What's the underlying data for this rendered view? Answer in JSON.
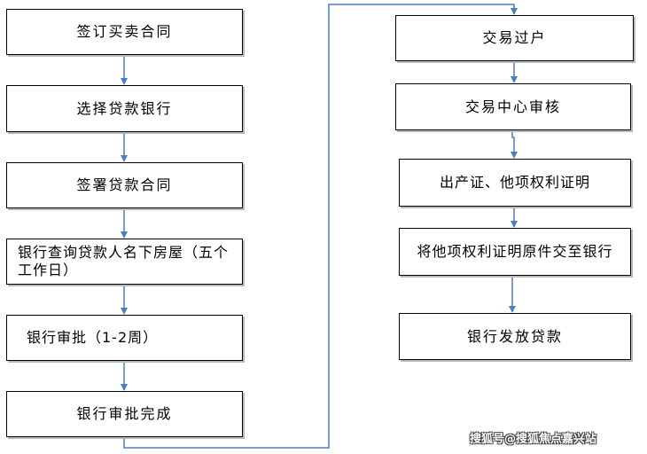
{
  "left_steps": [
    "签订买卖合同",
    "选择贷款银行",
    "签署贷款合同",
    "银行查询贷款人名下房屋（五个工作日）",
    "银行审批（1-2周）",
    "银行审批完成"
  ],
  "right_steps": [
    "交易过户",
    "交易中心审核",
    "出产证、他项权利证明",
    "将他项权利证明原件交至银行",
    "银行发放贷款"
  ],
  "watermark": "搜狐号@搜狐焦点嘉兴站",
  "colors": {
    "arrow": "#4a7dc8",
    "border": "#000000"
  }
}
